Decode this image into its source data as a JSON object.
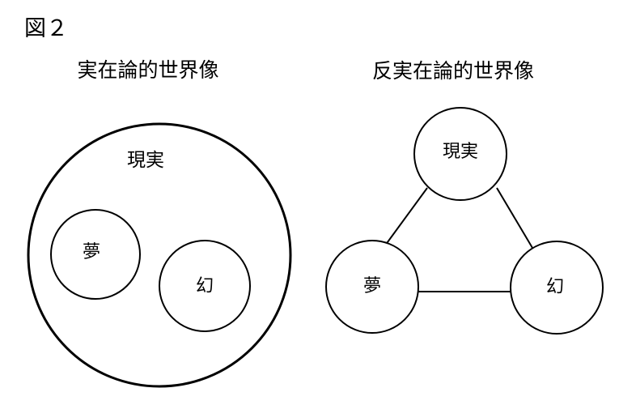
{
  "figure_label": "図２",
  "left": {
    "title": "実在論的世界像",
    "outer": "現実",
    "inner_a": "夢",
    "inner_b": "幻"
  },
  "right": {
    "title": "反実在論的世界像",
    "top": "現実",
    "left": "夢",
    "right": "幻"
  }
}
